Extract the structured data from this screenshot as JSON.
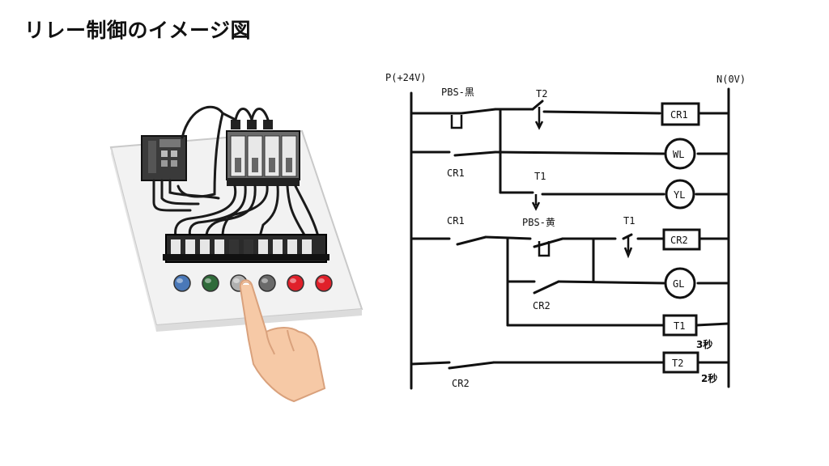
{
  "slide": {
    "title": "リレー制御のイメージ図"
  },
  "diagram": {
    "rails": {
      "left_label": "P(+24V)",
      "right_label": "N(0V)"
    },
    "contacts": {
      "pbs_black": "PBS-黒",
      "t2_top": "T2",
      "cr1_a": "CR1",
      "t1_a": "T1",
      "cr1_b": "CR1",
      "pbs_yellow": "PBS-黄",
      "t1_b": "T1",
      "cr2_a": "CR2",
      "cr2_b": "CR2"
    },
    "loads": {
      "cr1": "CR1",
      "wl": "WL",
      "yl": "YL",
      "cr2": "CR2",
      "gl": "GL",
      "t1": "T1",
      "t2": "T2"
    },
    "timers": {
      "t1_time": "3秒",
      "t2_time": "2秒"
    }
  },
  "panel": {
    "buttons": [
      {
        "color": "#4a78b8"
      },
      {
        "color": "#2f6b3a"
      },
      {
        "color": "#b0b0b0"
      },
      {
        "color": "#6a6a6a"
      },
      {
        "color": "#e0202a"
      },
      {
        "color": "#e0202a"
      }
    ]
  }
}
